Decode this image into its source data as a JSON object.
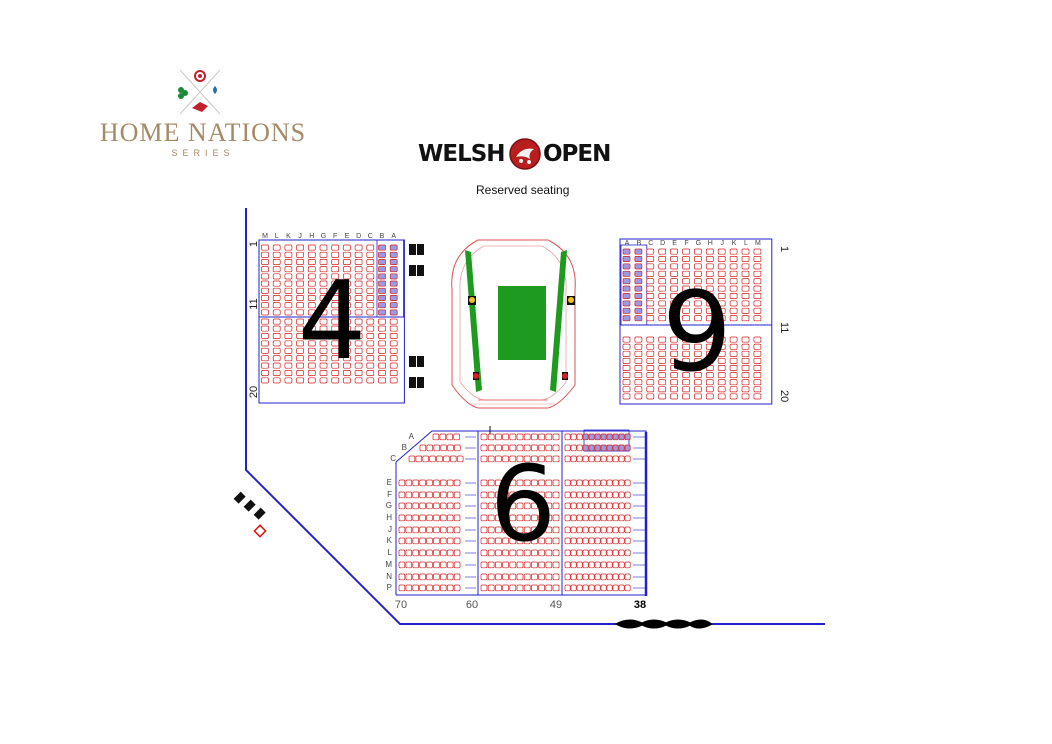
{
  "branding": {
    "series_title": "HOME NATIONS",
    "series_subtitle": "SERIES",
    "event_left": "WELSH",
    "event_right": "OPEN",
    "subtitle": "Reserved seating"
  },
  "colors": {
    "outline": "#2222cc",
    "seat": "#d42020",
    "reserved_fill": "#9a9ae6",
    "table": "#1e9b1e",
    "brand": "#a48a67"
  },
  "blocks": {
    "b4": {
      "number": "4",
      "row_labels": [
        "M",
        "L",
        "K",
        "J",
        "H",
        "G",
        "F",
        "E",
        "D",
        "C",
        "B",
        "A"
      ],
      "seat_labels": [
        "1",
        "11",
        "20"
      ]
    },
    "b9": {
      "number": "9",
      "row_labels": [
        "A",
        "B",
        "C",
        "D",
        "E",
        "F",
        "G",
        "H",
        "J",
        "K",
        "L",
        "M"
      ],
      "seat_labels": [
        "1",
        "11",
        "20"
      ]
    },
    "b6": {
      "number": "6",
      "row_labels": [
        "A",
        "B",
        "C",
        "E",
        "F",
        "G",
        "H",
        "J",
        "K",
        "L",
        "M",
        "N",
        "P"
      ],
      "seat_labels": [
        "70",
        "60",
        "49",
        "38"
      ]
    }
  },
  "icons": [
    "home-nations-crest-icon",
    "welsh-open-dragon-logo-icon",
    "player-chair-icon",
    "wheelchair-space-icon",
    "entrance-icon"
  ]
}
